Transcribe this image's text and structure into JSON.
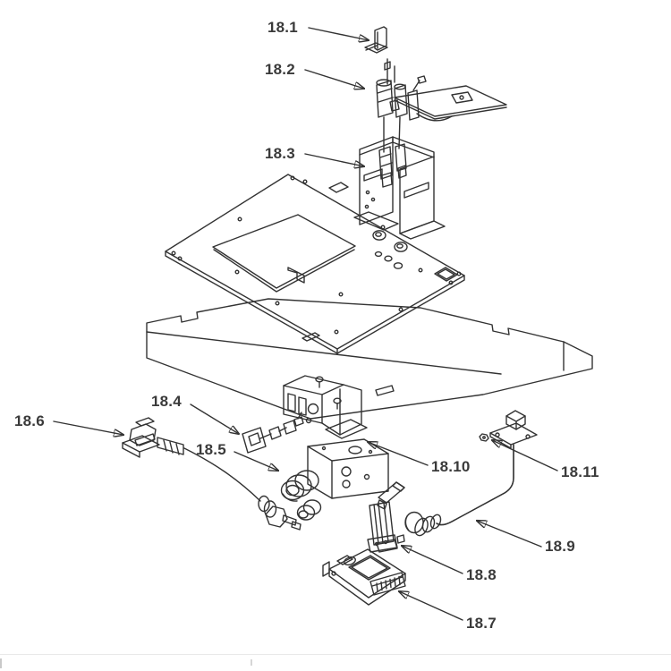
{
  "page": {
    "background": "#ffffff",
    "footer_line_color": "#e9e9e9"
  },
  "diagram": {
    "type": "exploded-parts-diagram",
    "line_color": "#333333",
    "label_color": "#3a3a3a",
    "hose_color": "#151515",
    "labels": {
      "l18_1": "18.1",
      "l18_2": "18.2",
      "l18_3": "18.3",
      "l18_4": "18.4",
      "l18_5": "18.5",
      "l18_6": "18.6",
      "l18_7": "18.7",
      "l18_8": "18.8",
      "l18_9": "18.9",
      "l18_10": "18.10",
      "l18_11": "18.11"
    }
  }
}
